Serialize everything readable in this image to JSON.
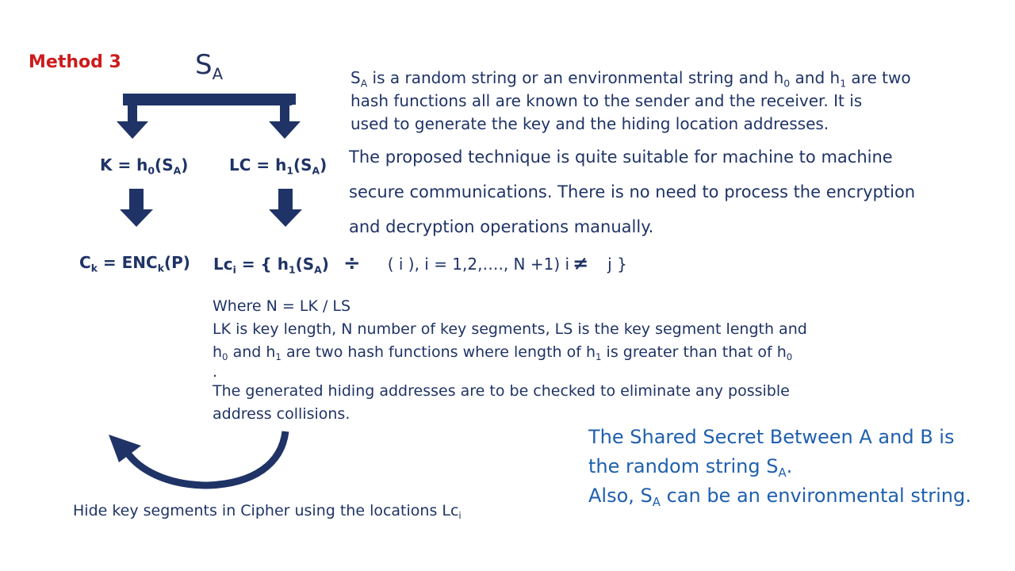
{
  "method_label": "Method 3",
  "secret_symbol": "S",
  "secret_sub": "A",
  "description": {
    "line1_pre": "S",
    "line1_sub_a": "A",
    "line1_mid": " is a random string or an environmental string  and h",
    "line1_sub_0": "0",
    "line1_and": " and h",
    "line1_sub_1": "1",
    "line1_post": " are two",
    "line2": "hash functions all are known to the sender and the  receiver. It is",
    "line3": "used to generate the key and the hiding location addresses."
  },
  "proposal": {
    "line1": "The proposed technique is quite suitable for machine to machine",
    "line2": "secure communications. There is no need to process the encryption",
    "line3": "and decryption operations manually."
  },
  "formulas": {
    "k_pre": "K = h",
    "k_sub": "0",
    "k_arg": "(S",
    "k_arg_sub": "A",
    "k_close": ")",
    "lc_pre": "LC = h",
    "lc_sub": "1",
    "lc_arg": "(S",
    "lc_arg_sub": "A",
    "lc_close": ")",
    "ck_pre": "C",
    "ck_sub": "k",
    "ck_mid": " = ENC",
    "ck_sub2": "k",
    "ck_post": "(P)",
    "lci_pre": "Lc",
    "lci_sub": "i",
    "lci_mid": " = { h",
    "lci_sub1": "1",
    "lci_arg": "(S",
    "lci_arg_sub": "A",
    "lci_close": ")",
    "div_symbol": "÷",
    "lci_range": "( i ), i =  1,2,…., N +1)  i",
    "neq_symbol": "≠",
    "lci_end": "j  }"
  },
  "notes": {
    "where": "Where N = LK / LS",
    "line1": "LK is key length, N number of key segments, LS is the key segment length and",
    "line2_pre": "h",
    "line2_sub0": "0",
    "line2_mid": " and h",
    "line2_sub1": "1",
    "line2_mid2": " are two hash functions where length of h",
    "line2_sub1b": "1",
    "line2_mid3": " is greater than that of h",
    "line2_sub0b": "0",
    "dot": ".",
    "line3": "The generated hiding addresses are to be checked to eliminate any possible",
    "line4": "address collisions."
  },
  "shared_secret": {
    "line1": "The Shared Secret Between A and B is",
    "line2_pre": "the random string S",
    "line2_sub": "A",
    "line2_post": ".",
    "line3_pre": "Also, S",
    "line3_sub": "A",
    "line3_post": " can be an environmental string."
  },
  "hide_caption": {
    "text": "Hide key segments in Cipher using the locations Lc",
    "sub": "i"
  },
  "colors": {
    "arrow": "#1f3366",
    "method": "#cc1c1c",
    "shared": "#1f5fae"
  }
}
